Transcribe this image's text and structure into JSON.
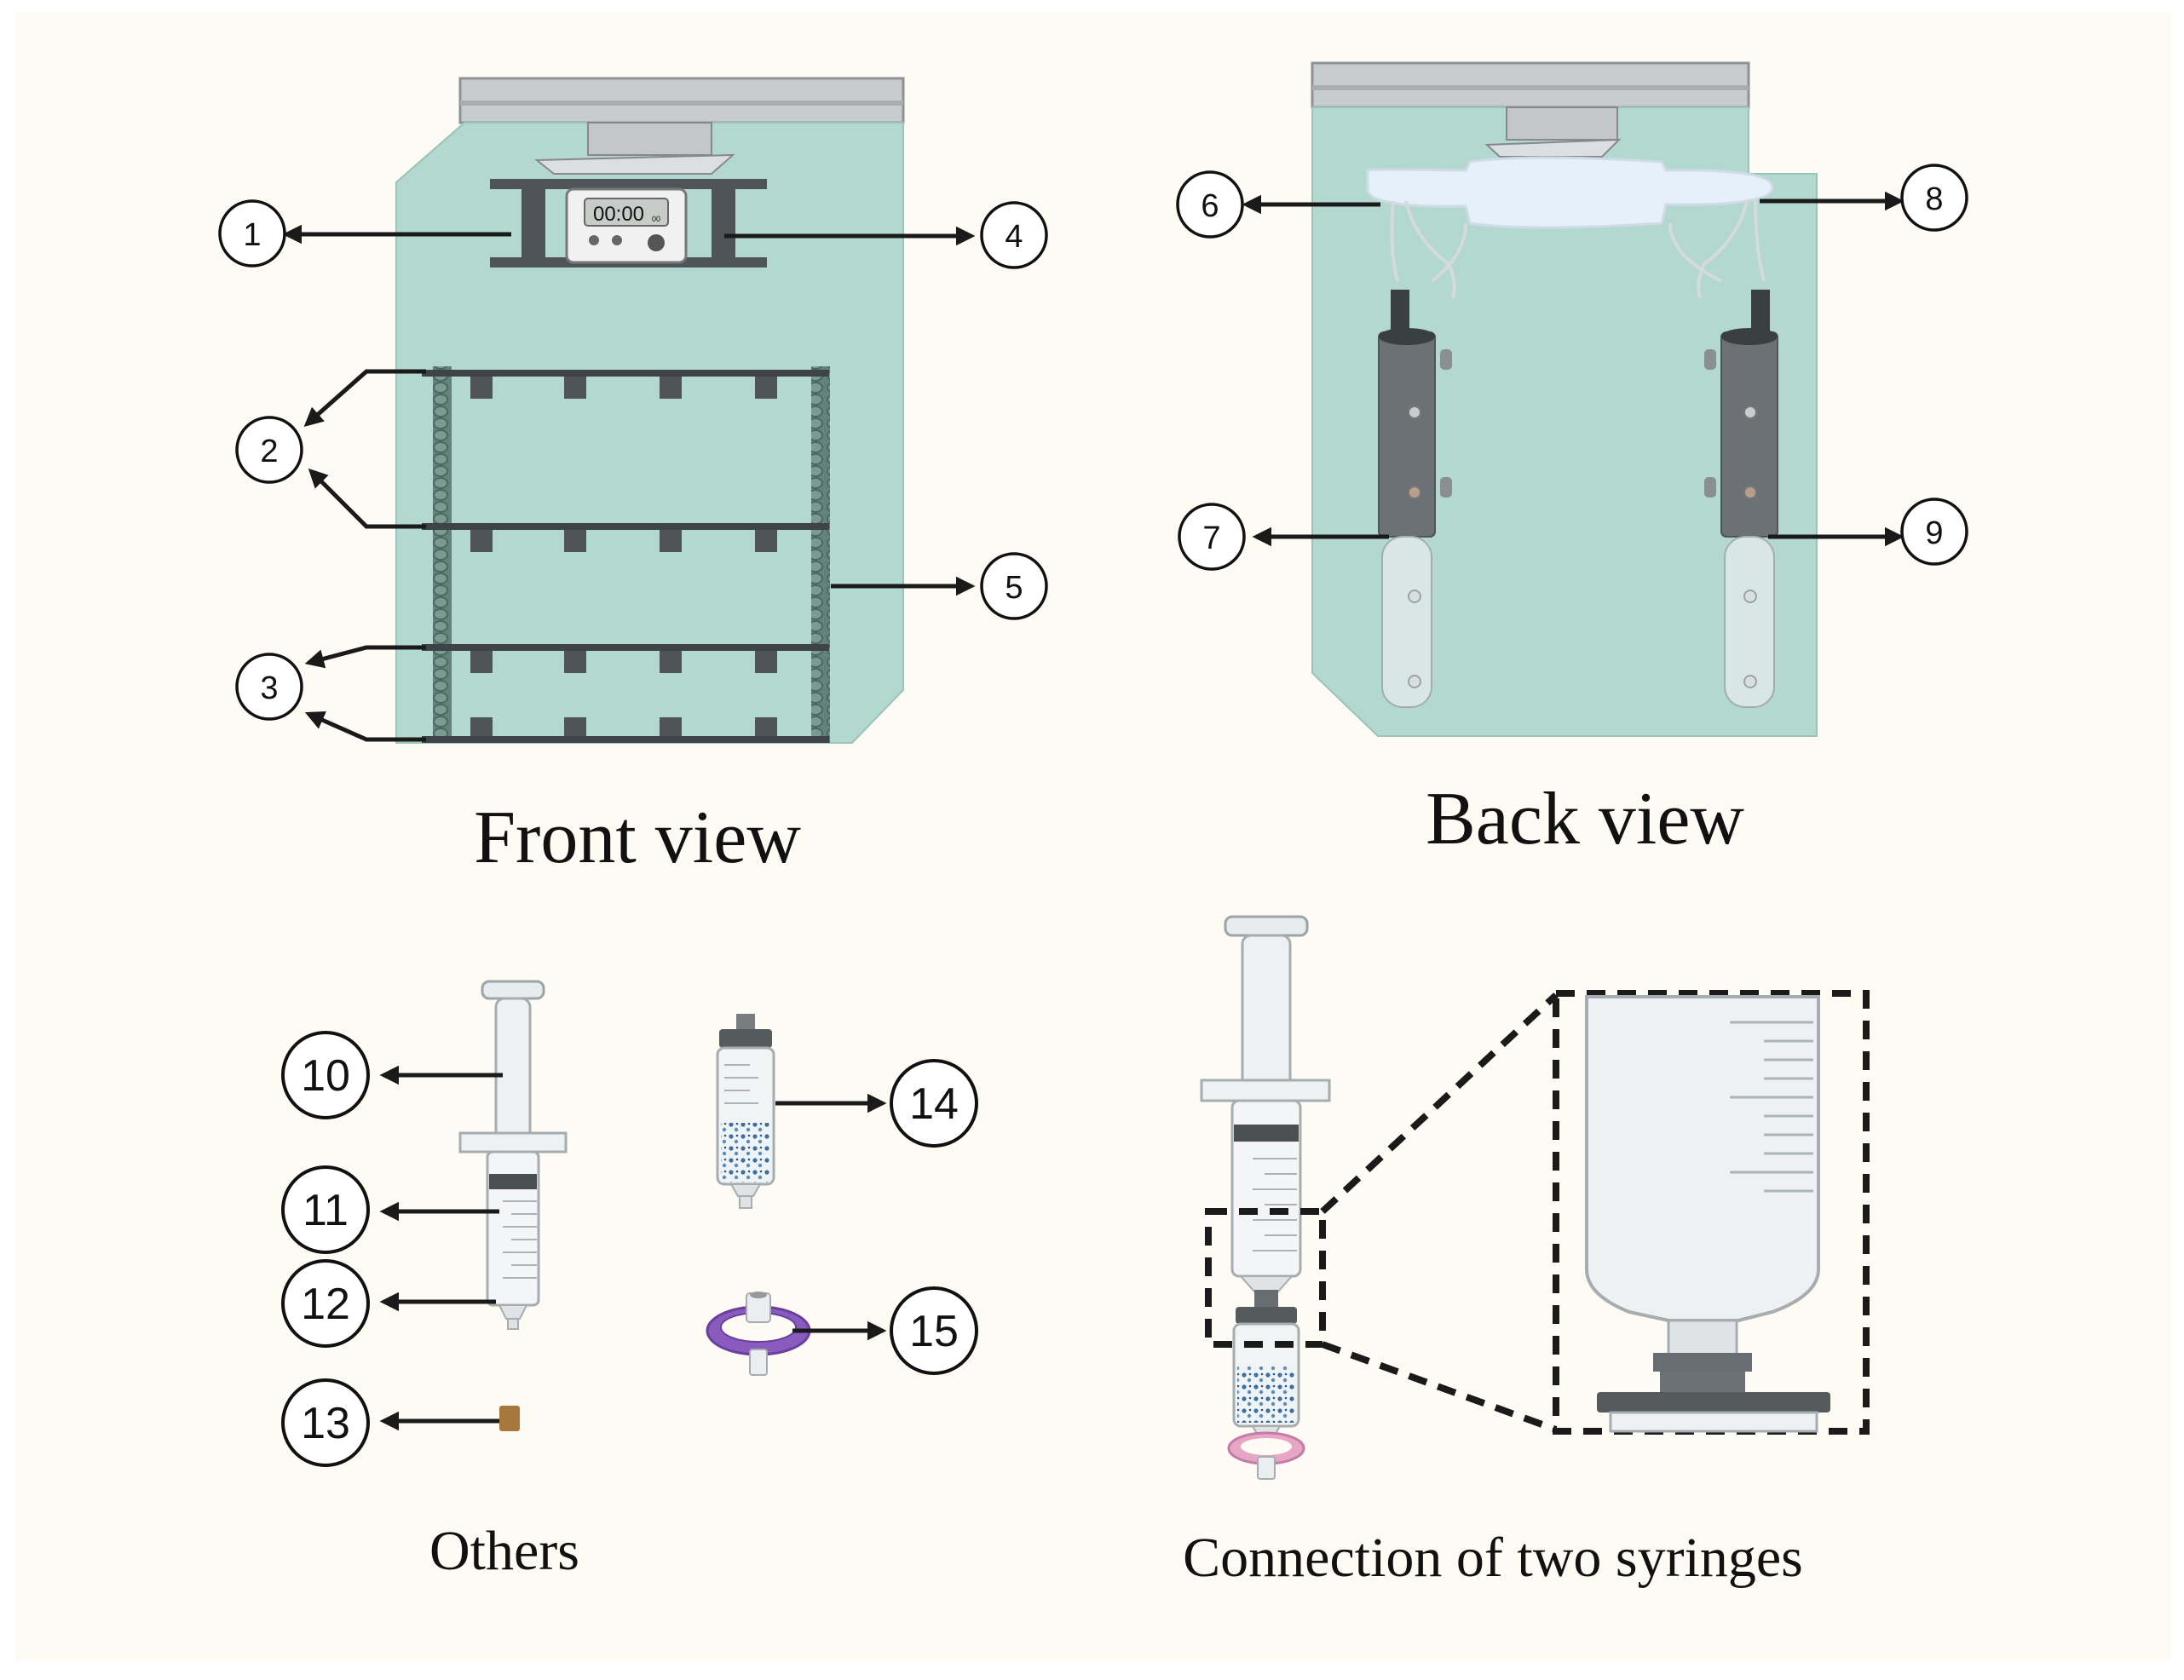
{
  "colors": {
    "background": "#fdfbf3",
    "box_fill": "#b3d8cf",
    "rail": "#c9ccce",
    "dark_metal": "#555a5d",
    "glass": "#dde2e4",
    "filter_purple": "#8a5bbf",
    "filter_pink": "#e8a6c6",
    "leak": "#e6f0f8",
    "pad": "#a6783c"
  },
  "views": {
    "front_caption": "Front view",
    "back_caption": "Back view",
    "others_caption": "Others",
    "connection_caption": "Connection of two syringes"
  },
  "timer": {
    "display": "00:00",
    "small": "00"
  },
  "labels": [
    "1",
    "2",
    "3",
    "4",
    "5",
    "6",
    "7",
    "8",
    "9",
    "10",
    "11",
    "12",
    "13",
    "14",
    "15"
  ],
  "icons": [
    "timer-icon",
    "syringe-icon",
    "filter-cartridge-icon",
    "membrane-filter-icon",
    "silicone-pad-icon"
  ]
}
